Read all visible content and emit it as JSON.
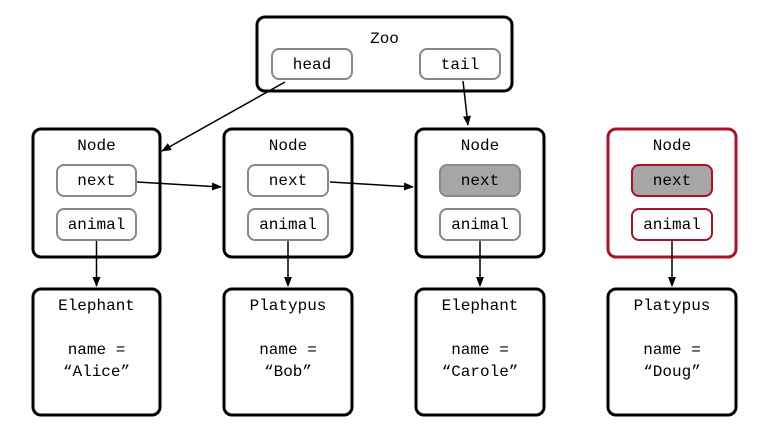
{
  "zoo": {
    "title": "Zoo",
    "head_label": "head",
    "tail_label": "tail"
  },
  "nodes": [
    {
      "title": "Node",
      "next_label": "next",
      "animal_label": "animal",
      "next_filled": false,
      "highlight": false
    },
    {
      "title": "Node",
      "next_label": "next",
      "animal_label": "animal",
      "next_filled": false,
      "highlight": false
    },
    {
      "title": "Node",
      "next_label": "next",
      "animal_label": "animal",
      "next_filled": true,
      "highlight": false
    },
    {
      "title": "Node",
      "next_label": "next",
      "animal_label": "animal",
      "next_filled": true,
      "highlight": true
    }
  ],
  "animals": [
    {
      "type": "Elephant",
      "name_label": "name =",
      "name_value": "“Alice”"
    },
    {
      "type": "Platypus",
      "name_label": "name =",
      "name_value": "“Bob”"
    },
    {
      "type": "Elephant",
      "name_label": "name =",
      "name_value": "“Carole”"
    },
    {
      "type": "Platypus",
      "name_label": "name =",
      "name_value": "“Doug”"
    }
  ],
  "colors": {
    "highlight_stroke": "#a8132a",
    "filled_field": "#a6a6a6"
  }
}
